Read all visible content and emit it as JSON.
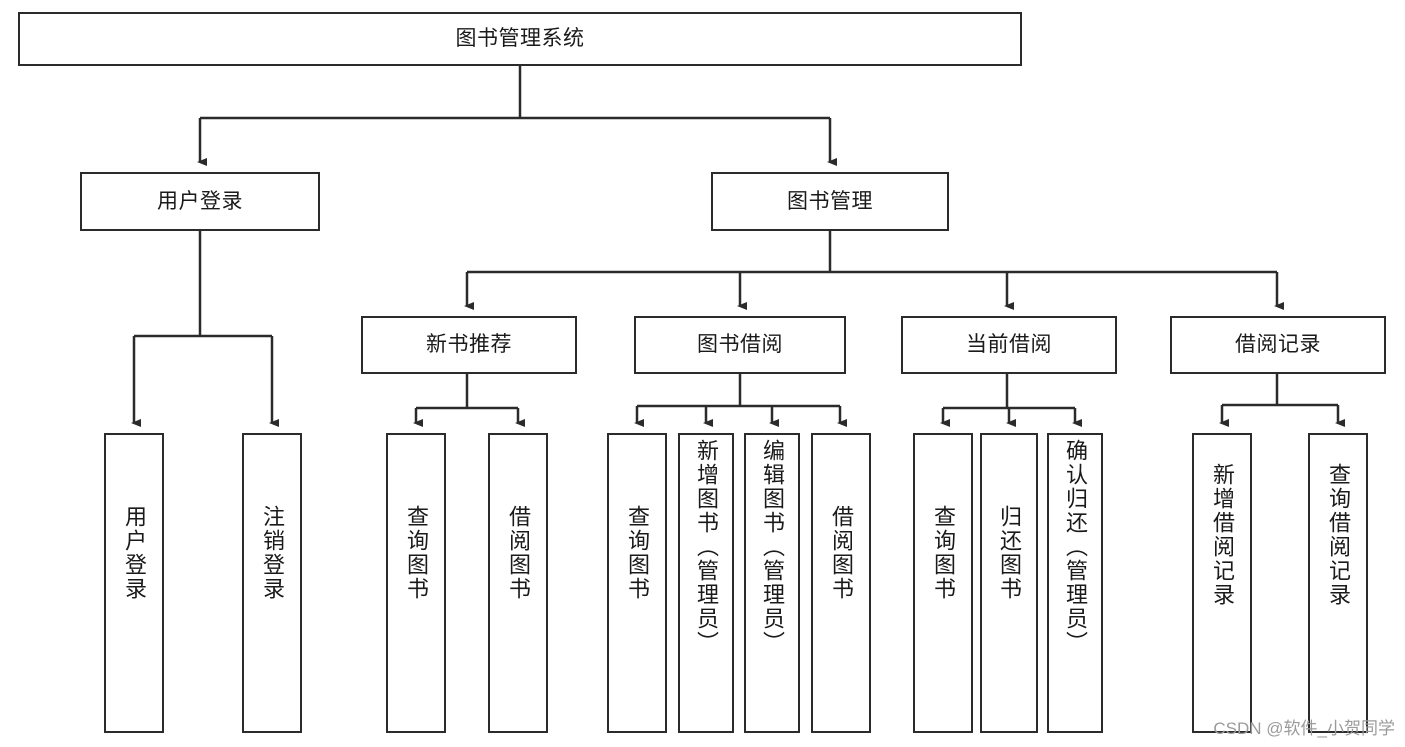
{
  "diagram": {
    "type": "tree",
    "title": "图书管理系统",
    "watermark": "CSDN @软件_小贺同学",
    "colors": {
      "box_border": "#2b2b2b",
      "box_fill": "#ffffff",
      "connector": "#2b2b2b",
      "text": "#1a1a1a",
      "watermark": "#9b9b9b"
    },
    "root": {
      "label": "图书管理系统"
    },
    "level2": [
      {
        "label": "用户登录"
      },
      {
        "label": "图书管理"
      }
    ],
    "level3": [
      {
        "label": "新书推荐"
      },
      {
        "label": "图书借阅"
      },
      {
        "label": "当前借阅"
      },
      {
        "label": "借阅记录"
      }
    ],
    "leaves": {
      "user_login": [
        {
          "label": "用户登录"
        },
        {
          "label": "注销登录"
        }
      ],
      "new_book": [
        {
          "label": "查询图书"
        },
        {
          "label": "借阅图书"
        }
      ],
      "book_borrow": [
        {
          "label": "查询图书"
        },
        {
          "label": "新增图书（管理员）"
        },
        {
          "label": "编辑图书（管理员）"
        },
        {
          "label": "借阅图书"
        }
      ],
      "current_borrow": [
        {
          "label": "查询图书"
        },
        {
          "label": "归还图书"
        },
        {
          "label": "确认归还（管理员）"
        }
      ],
      "borrow_record": [
        {
          "label": "新增借阅记录"
        },
        {
          "label": "查询借阅记录"
        }
      ]
    }
  }
}
